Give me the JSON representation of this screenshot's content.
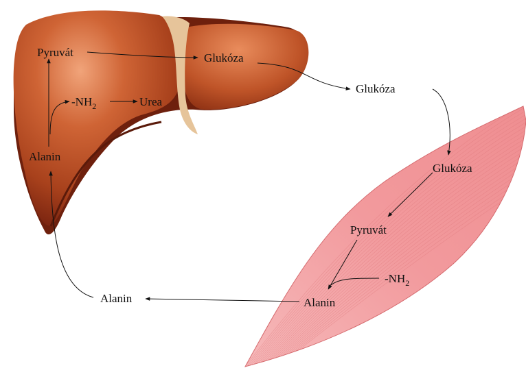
{
  "labels": {
    "liver_pyruvate": "Pyruvát",
    "liver_glucose": "Glukóza",
    "liver_nh2": "-NH",
    "liver_nh2_sub": "2",
    "liver_urea": "Urea",
    "liver_alanine": "Alanin",
    "blood_glucose": "Glukóza",
    "blood_alanine": "Alanin",
    "muscle_glucose": "Glukóza",
    "muscle_pyruvate": "Pyruvát",
    "muscle_nh2": "-NH",
    "muscle_nh2_sub": "2",
    "muscle_alanine": "Alanin"
  },
  "colors": {
    "liver": "#b5441d",
    "liver_highlight": "#e58a5a",
    "liver_shadow": "#7a2410",
    "ligament": "#e6c49a",
    "muscle": "#f3a2a4",
    "muscle_fiber": "#e58084",
    "arrow": "#111111"
  }
}
